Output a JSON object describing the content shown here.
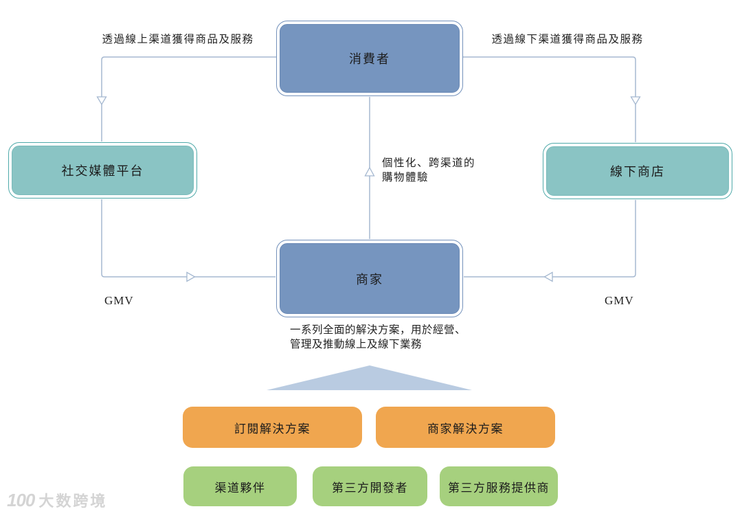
{
  "diagram": {
    "nodes": {
      "consumer": {
        "label": "消費者"
      },
      "social_media": {
        "label": "社交媒體平台"
      },
      "offline_store": {
        "label": "線下商店"
      },
      "merchant": {
        "label": "商家"
      }
    },
    "edges": {
      "online_channel": {
        "label": "透過線上渠道獲得商品及服務"
      },
      "offline_channel": {
        "label": "透過線下渠道獲得商品及服務"
      },
      "experience": {
        "line1": "個性化、跨渠道的",
        "line2": "購物體驗"
      },
      "gmv_left": {
        "label": "GMV"
      },
      "gmv_right": {
        "label": "GMV"
      }
    },
    "solutions": {
      "caption": {
        "line1": "一系列全面的解決方案，用於經營、",
        "line2": "管理及推動線上及線下業務"
      },
      "orange": [
        {
          "label": "訂閱解決方案"
        },
        {
          "label": "商家解決方案"
        }
      ],
      "green": [
        {
          "label": "渠道夥伴"
        },
        {
          "label": "第三方開發者"
        },
        {
          "label": "第三方服務提供商"
        }
      ]
    },
    "watermark": {
      "logo": "100",
      "text": "大数跨境"
    },
    "colors": {
      "blue_fill": "#7695bf",
      "blue_border": "#7391bb",
      "teal_fill": "#8ac4c4",
      "teal_border": "#4fa9a9",
      "orange_fill": "#f0a64f",
      "green_fill": "#a6d07e",
      "connector_line": "#a5b8d0",
      "funnel_triangle": "#b9cbe1",
      "text": "#1c1c1c",
      "watermark": "#d2d2d2"
    }
  }
}
